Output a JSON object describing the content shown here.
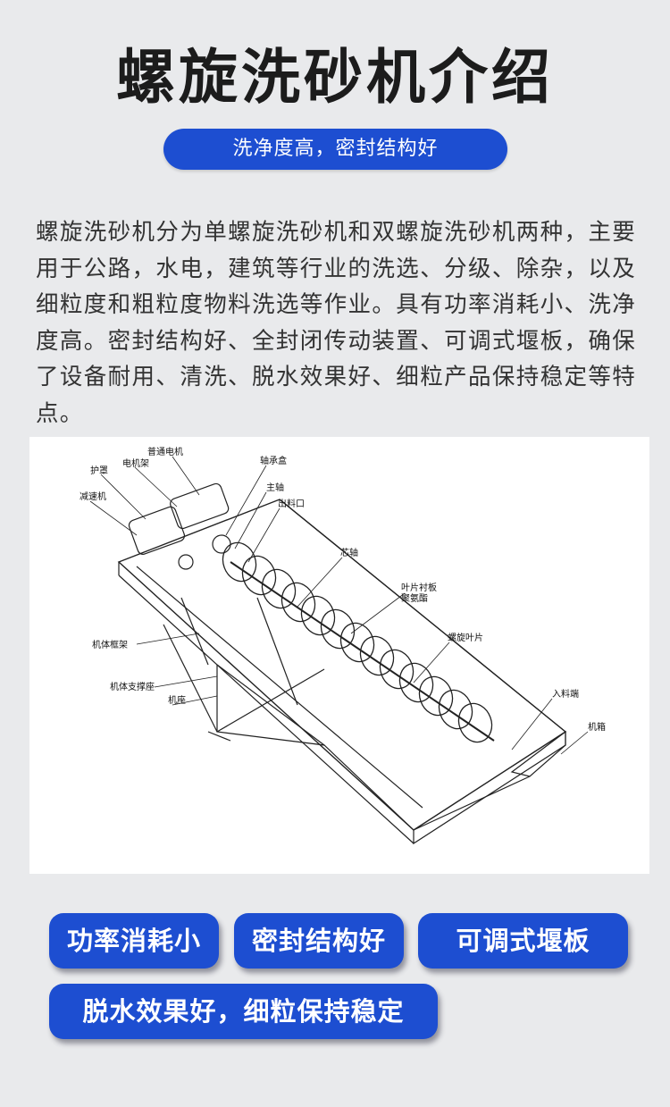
{
  "header": {
    "title": "螺旋洗砂机介绍",
    "subtitle": "洗净度高，密封结构好"
  },
  "intro": {
    "text": "螺旋洗砂机分为单螺旋洗砂机和双螺旋洗砂机两种，主要用于公路，水电，建筑等行业的洗选、分级、除杂，以及细粒度和粗粒度物料洗选等作业。具有功率消耗小、洗净度高。密封结构好、全封闭传动装置、可调式堰板，确保了设备耐用、清洗、脱水效果好、细粒产品保持稳定等特点。"
  },
  "diagram": {
    "labels": {
      "motor": "普通电机",
      "motor_frame": "电机架",
      "guard": "护罩",
      "reducer": "减速机",
      "bearing_box": "轴承盒",
      "main_shaft": "主轴",
      "outlet": "出料口",
      "core_shaft": "芯轴",
      "blade_liner": "叶片衬板",
      "polyurethane": "聚氨酯",
      "spiral_blade": "螺旋叶片",
      "body_frame": "机体框架",
      "body_support": "机体支撑座",
      "base": "机座",
      "inlet": "入料端",
      "tank": "机箱"
    }
  },
  "features": [
    {
      "label": "功率消耗小"
    },
    {
      "label": "密封结构好"
    },
    {
      "label": "可调式堰板"
    },
    {
      "label": "脱水效果好，细粒保持稳定"
    }
  ]
}
